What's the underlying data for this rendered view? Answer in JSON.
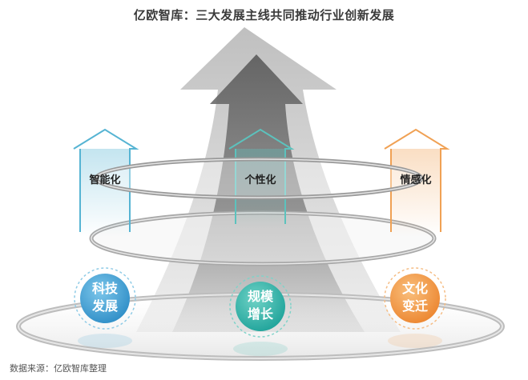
{
  "title": "亿欧智库：三大发展主线共同推动行业创新发展",
  "source": "数据来源：亿欧智库整理",
  "trends": [
    {
      "label": "智能化",
      "color": "#56b4d3"
    },
    {
      "label": "个性化",
      "color": "#5cc2bd"
    },
    {
      "label": "情感化",
      "color": "#f0a154"
    }
  ],
  "drivers": [
    {
      "line1": "科技",
      "line2": "发展",
      "color": "#3e9fd3"
    },
    {
      "line1": "规模",
      "line2": "增长",
      "color": "#2fb3a7"
    },
    {
      "line1": "文化",
      "line2": "变迁",
      "color": "#f0923c"
    }
  ]
}
